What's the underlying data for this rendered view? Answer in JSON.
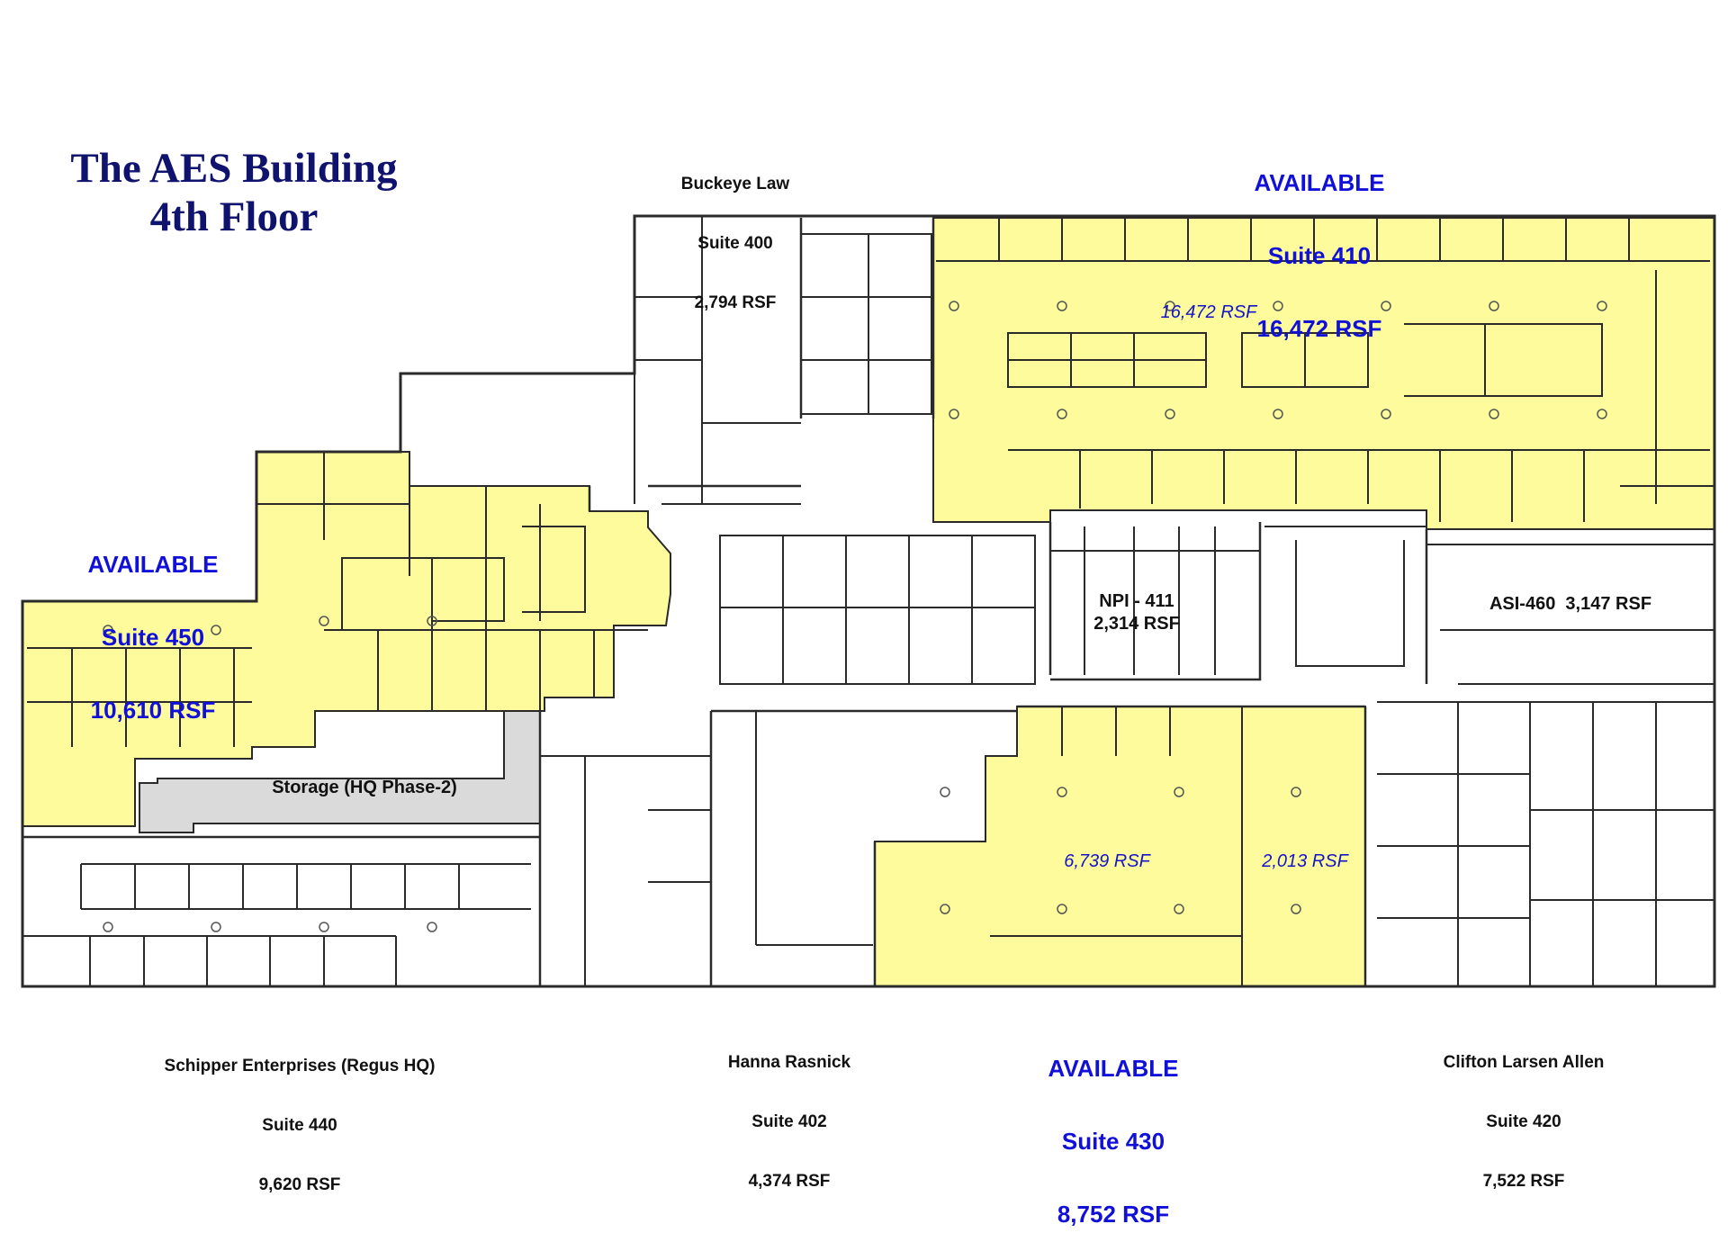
{
  "title": {
    "line1": "The AES Building",
    "line2": "4th Floor"
  },
  "colors": {
    "available": "#fdfb9b",
    "storage": "#dadada",
    "wall": "#2a2a2a",
    "title": "#10136e",
    "available_text": "#1010d8"
  },
  "suites": {
    "s400": {
      "tenant": "Buckeye Law",
      "suite": "Suite 400",
      "area": "2,794 RSF"
    },
    "s410": {
      "status": "AVAILABLE",
      "suite": "Suite 410",
      "area": "16,472 RSF"
    },
    "s450": {
      "status": "AVAILABLE",
      "suite": "Suite 450",
      "area": "10,610 RSF"
    },
    "s440": {
      "tenant": "Schipper Enterprises (Regus HQ)",
      "suite": "Suite 440",
      "area": "9,620 RSF"
    },
    "s402": {
      "tenant": "Hanna Rasnick",
      "suite": "Suite 402",
      "area": "4,374 RSF"
    },
    "s430": {
      "status": "AVAILABLE",
      "suite": "Suite 430",
      "area": "8,752 RSF"
    },
    "s420": {
      "tenant": "Clifton Larsen Allen",
      "suite": "Suite 420",
      "area": "7,522 RSF"
    }
  },
  "plan_labels": {
    "rsf_410": "16,472 RSF",
    "npi_name": "NPI - 411",
    "npi_area": "2,314 RSF",
    "asi": "ASI-460  3,147 RSF",
    "storage": "Storage (HQ Phase-2)",
    "rsf_430a": "6,739 RSF",
    "rsf_430b": "2,013 RSF"
  }
}
